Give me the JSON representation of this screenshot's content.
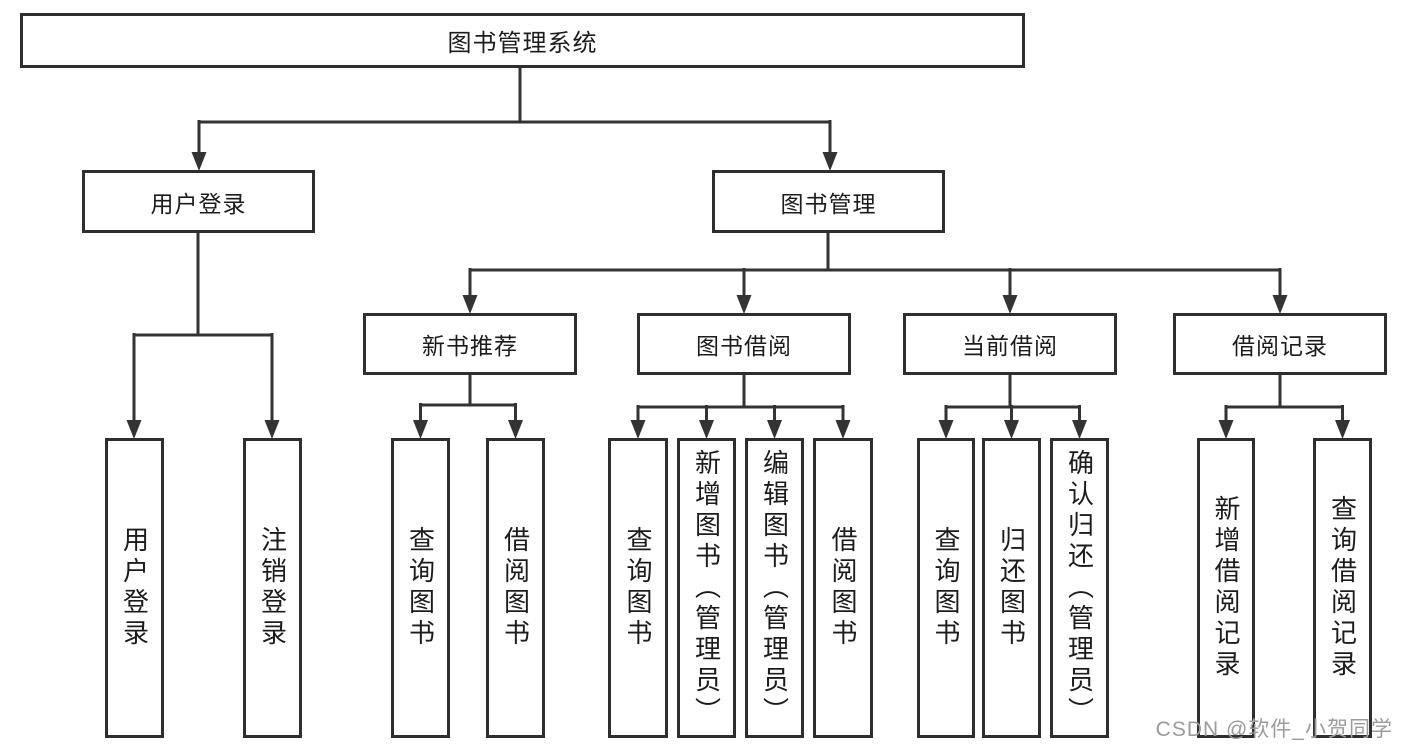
{
  "diagram_title": "图书管理系统",
  "colors": {
    "line": "#333333",
    "box_border": "#2e2e2e",
    "text": "#1c1c1c",
    "watermark": "#9b9b9b",
    "background": "#ffffff"
  },
  "nodes": {
    "root": "图书管理系统",
    "user_login": "用户登录",
    "book_management": "图书管理",
    "new_book_recommend": "新书推荐",
    "book_borrowing": "图书借阅",
    "current_borrowing": "当前借阅",
    "borrowing_records": "借阅记录",
    "leaf_user_login": "用户登录",
    "leaf_logout": "注销登录",
    "leaf_query_books_recommend": "查询图书",
    "leaf_borrow_books_recommend": "借阅图书",
    "leaf_query_books_borrowing": "查询图书",
    "leaf_add_books_admin": "新增图书（管理员）",
    "leaf_edit_books_admin": "编辑图书（管理员）",
    "leaf_borrow_books_borrowing": "借阅图书",
    "leaf_query_books_current": "查询图书",
    "leaf_return_books": "归还图书",
    "leaf_confirm_return_admin": "确认归还（管理员）",
    "leaf_add_borrow_record": "新增借阅记录",
    "leaf_query_borrow_record": "查询借阅记录"
  },
  "watermark": "CSDN @软件_小贺同学"
}
